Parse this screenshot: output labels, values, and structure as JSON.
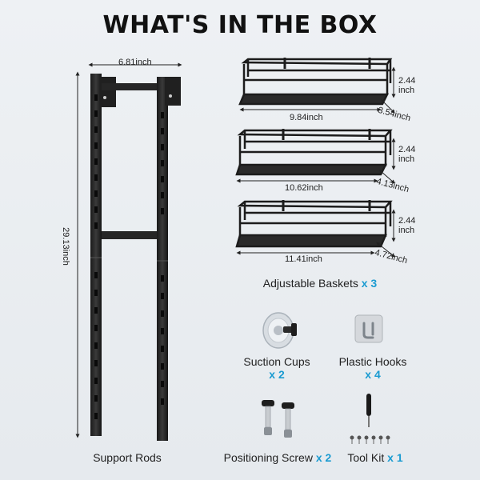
{
  "title": "WHAT'S IN THE BOX",
  "support_rods": {
    "width": "6.81inch",
    "height": "29.13inch",
    "caption": "Support Rods"
  },
  "baskets": [
    {
      "width": "9.84inch",
      "depth": "3.54inch",
      "height_value": "2.44",
      "height_unit": "inch"
    },
    {
      "width": "10.62inch",
      "depth": "4.13inch",
      "height_value": "2.44",
      "height_unit": "inch"
    },
    {
      "width": "11.41inch",
      "depth": "4.72inch",
      "height_value": "2.44",
      "height_unit": "inch"
    }
  ],
  "captions": {
    "baskets": "Adjustable Baskets",
    "baskets_qty": "x 3",
    "suction": "Suction Cups",
    "suction_qty": "x 2",
    "hooks": "Plastic Hooks",
    "hooks_qty": "x 4",
    "screw": "Positioning Screw",
    "screw_qty": "x 2",
    "toolkit": "Tool Kit",
    "toolkit_qty": "x 1"
  },
  "colors": {
    "accent": "#1a9bd1",
    "metal": "#222222"
  }
}
